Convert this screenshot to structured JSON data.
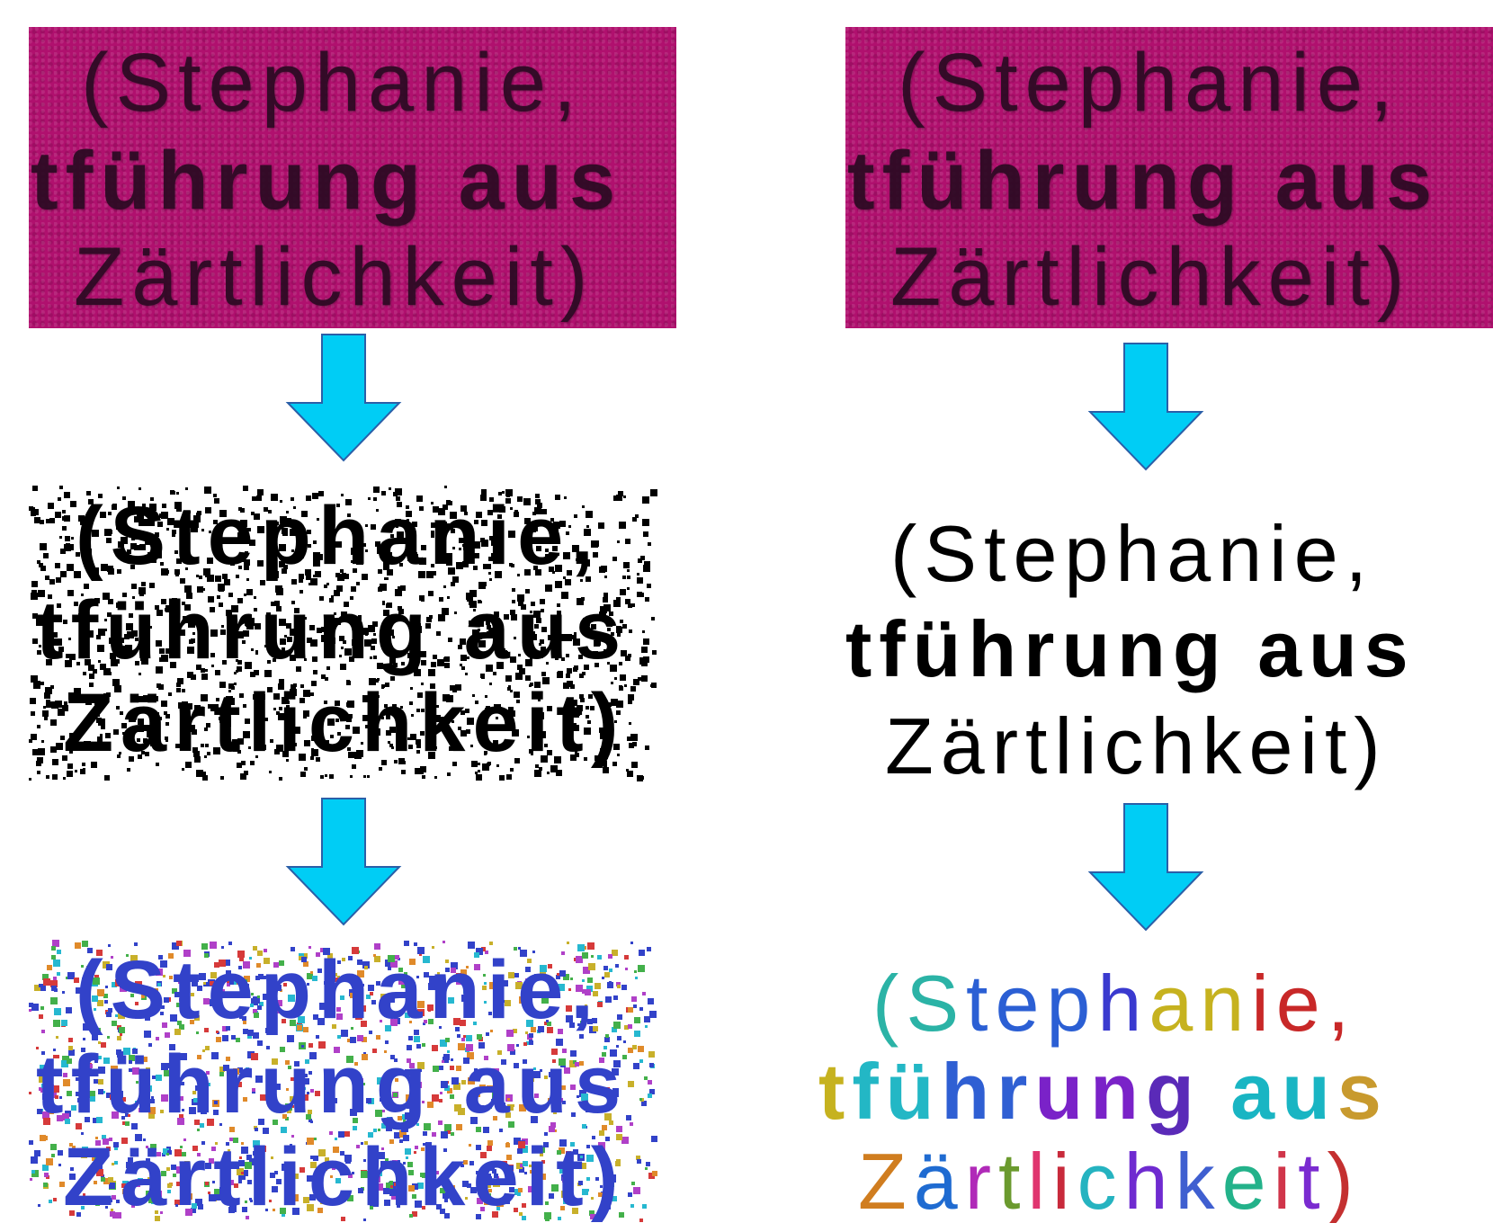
{
  "phrase": {
    "line1": "(Stephanie,",
    "line2": "tführung aus",
    "line3": "Zärtlichkeit)"
  },
  "colors": {
    "source_background": "#b0106e",
    "arrow_fill": "#00cdf5",
    "noisy_components_main": "#3242c9",
    "noise_speck_colors": [
      "#d63a3a",
      "#c8b02a",
      "#43b04a",
      "#26b8d0",
      "#b040c8",
      "#e08a2a"
    ]
  },
  "colored_segments": {
    "line1": [
      {
        "text": "(",
        "color": "#2bb3a6"
      },
      {
        "text": "S",
        "color": "#2bb3a6"
      },
      {
        "text": "t",
        "color": "#2b5fd4"
      },
      {
        "text": "e",
        "color": "#2b5fd4"
      },
      {
        "text": "p",
        "color": "#2b5fd4"
      },
      {
        "text": "h",
        "color": "#3a3acf"
      },
      {
        "text": "a",
        "color": "#c6b21f"
      },
      {
        "text": "n",
        "color": "#c6b21f"
      },
      {
        "text": "i",
        "color": "#c82828"
      },
      {
        "text": "e",
        "color": "#c82828"
      },
      {
        "text": ",",
        "color": "#c82828"
      }
    ],
    "line2": [
      {
        "text": "t",
        "color": "#c6b21f"
      },
      {
        "text": "f",
        "color": "#23b7c5"
      },
      {
        "text": "ü",
        "color": "#23b7c5"
      },
      {
        "text": "h",
        "color": "#2f5fd3"
      },
      {
        "text": "r",
        "color": "#2f5fd3"
      },
      {
        "text": "u",
        "color": "#7a22c8"
      },
      {
        "text": "n",
        "color": "#7a22c8"
      },
      {
        "text": "g",
        "color": "#5a2ab8"
      },
      {
        "text": " ",
        "color": "#000000"
      },
      {
        "text": "a",
        "color": "#19b5c3"
      },
      {
        "text": "u",
        "color": "#19b5c3"
      },
      {
        "text": "s",
        "color": "#c89a2e"
      }
    ],
    "line3": [
      {
        "text": "Z",
        "color": "#d07d1f"
      },
      {
        "text": "ä",
        "color": "#1f6bd1"
      },
      {
        "text": "r",
        "color": "#b02ab8"
      },
      {
        "text": "t",
        "color": "#6b9a2e"
      },
      {
        "text": "l",
        "color": "#e0356f"
      },
      {
        "text": "i",
        "color": "#c82a3b"
      },
      {
        "text": "c",
        "color": "#25b3c0"
      },
      {
        "text": "h",
        "color": "#6f2bd0"
      },
      {
        "text": "k",
        "color": "#3f5fd0"
      },
      {
        "text": "e",
        "color": "#23b28a"
      },
      {
        "text": "i",
        "color": "#d0354a"
      },
      {
        "text": "t",
        "color": "#7a2bd0"
      },
      {
        "text": ")",
        "color": "#c43030"
      }
    ]
  }
}
